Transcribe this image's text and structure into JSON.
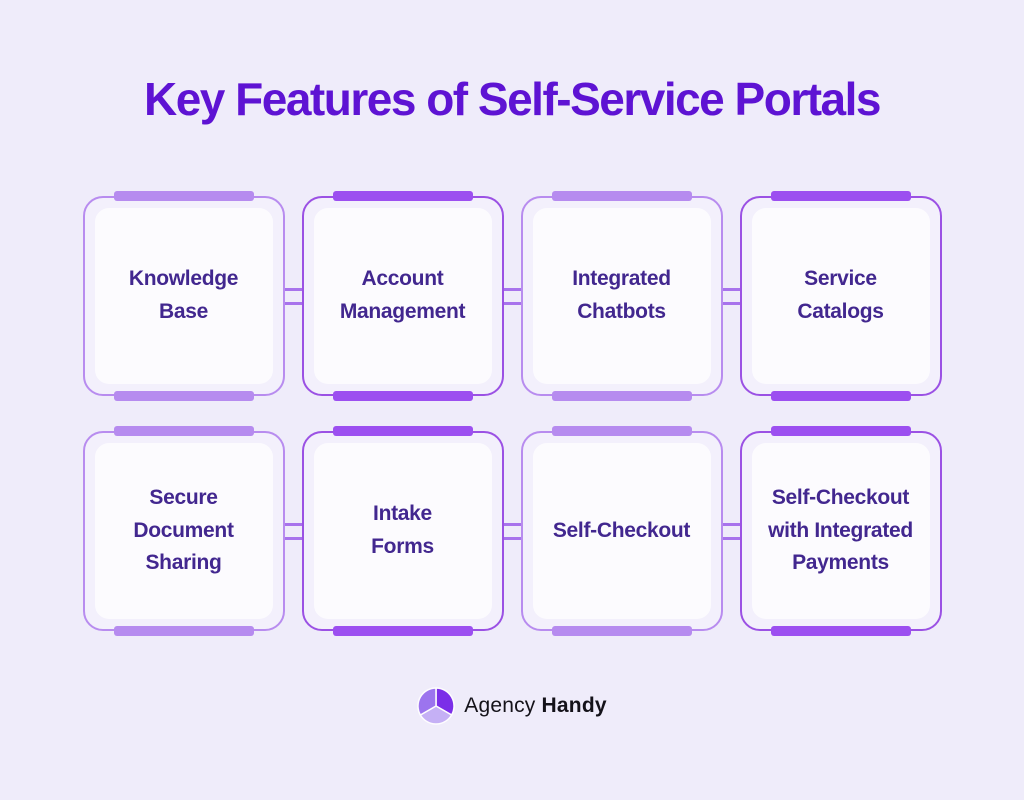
{
  "page": {
    "title": "Key Features of Self-Service Portals"
  },
  "colors": {
    "background": "#EFECFA",
    "title_text": "#5E13D3",
    "card_text": "#42278F",
    "card_inner_fill": "#FCFBFE",
    "accent_light_border": "#B88CEF",
    "accent_light_bar": "#B68BEF",
    "accent_dark_border": "#9B51E4",
    "accent_dark_bar": "#9C4FF0",
    "connector": "#A873EC",
    "logo_dark": "#7B2EE8",
    "logo_medium": "#9C74EE",
    "logo_light": "#C5B0F5"
  },
  "cards": [
    {
      "label": "Knowledge\nBase",
      "variant": "light"
    },
    {
      "label": "Account\nManagement",
      "variant": "dark"
    },
    {
      "label": "Integrated\nChatbots",
      "variant": "light"
    },
    {
      "label": "Service\nCatalogs",
      "variant": "dark"
    },
    {
      "label": "Secure\nDocument\nSharing",
      "variant": "light"
    },
    {
      "label": "Intake\nForms",
      "variant": "dark"
    },
    {
      "label": "Self-Checkout",
      "variant": "light"
    },
    {
      "label": "Self-Checkout\nwith Integrated\nPayments",
      "variant": "dark"
    }
  ],
  "footer": {
    "brand_regular": "Agency",
    "brand_bold": "Handy",
    "logo_icon": "swirl-trefoil-icon"
  }
}
